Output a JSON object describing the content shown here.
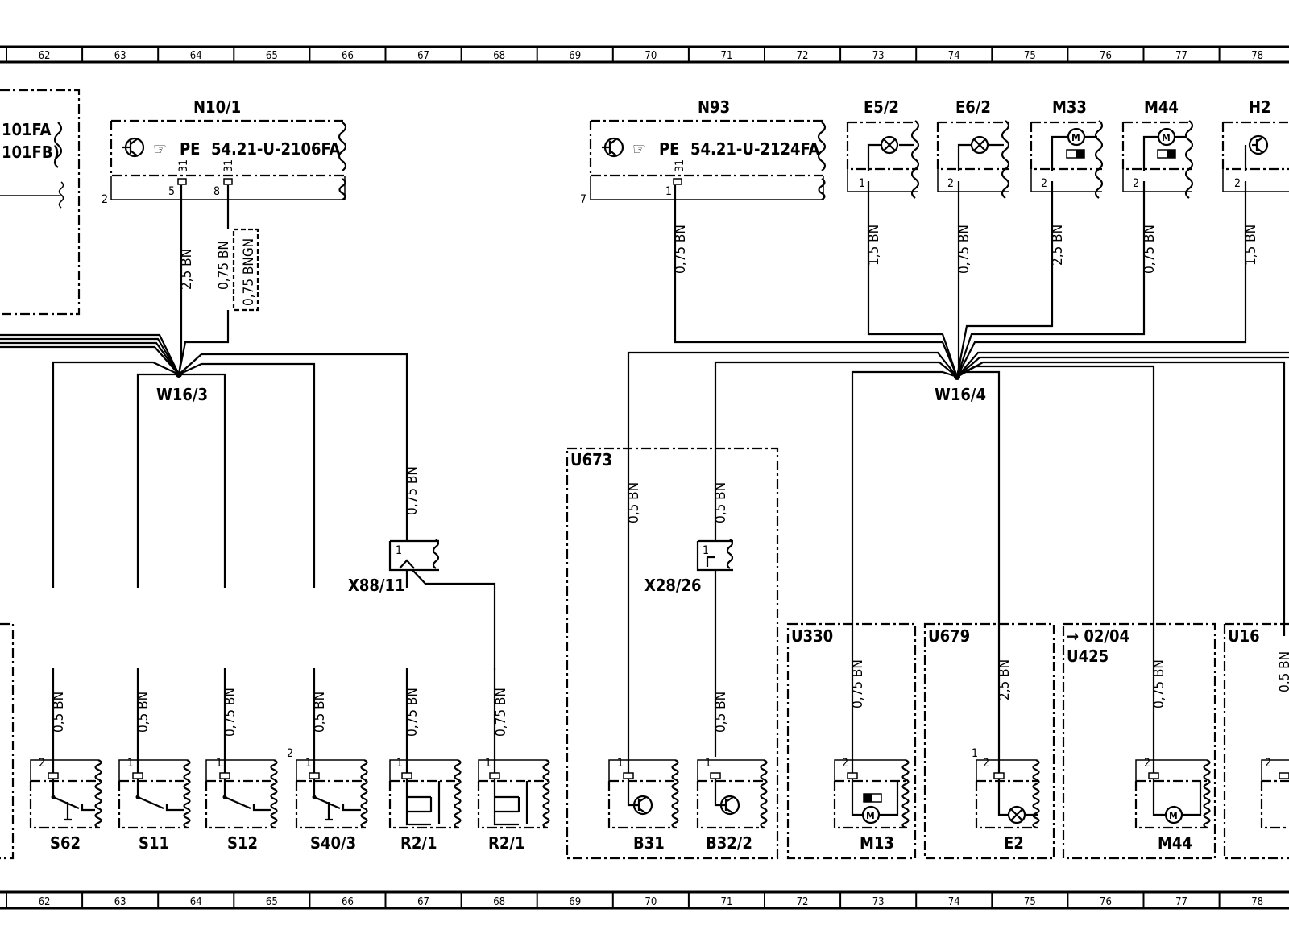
{
  "ruler": {
    "numbers": [
      "62",
      "63",
      "64",
      "65",
      "66",
      "67",
      "68",
      "69",
      "70",
      "71",
      "72",
      "73",
      "74",
      "75",
      "76",
      "77",
      "78"
    ]
  },
  "top_modules": [
    {
      "id": "N10/1",
      "ref": "54.21-U-2106FA",
      "prefix": "PE"
    },
    {
      "id": "N93",
      "ref": "54.21-U-2124FA",
      "prefix": "PE"
    }
  ],
  "partial_module": {
    "line1": "101FA",
    "line2": "101FB)"
  },
  "top_components": [
    "E5/2",
    "E6/2",
    "M33",
    "M44",
    "H2"
  ],
  "junctions": [
    "W16/3",
    "W16/4"
  ],
  "connectors": [
    "X88/11",
    "X28/26"
  ],
  "groups": [
    "U673",
    "U330",
    "U679",
    "U425",
    "U16"
  ],
  "group_ref": "→ 02/04",
  "bottom_components": [
    "S62",
    "S11",
    "S12",
    "S40/3",
    "R2/1",
    "R2/1",
    "B31",
    "B32/2",
    "M13",
    "E2",
    "M44"
  ],
  "pins": {
    "n10_a": "5",
    "n10_b": "8",
    "n10_31a": "31",
    "n10_31b": "31",
    "n10_side": "2",
    "n93_a": "1",
    "n93_31": "31",
    "n93_side": "7",
    "e52": "1",
    "e62": "2",
    "m33": "2",
    "m44": "2",
    "h2": "2",
    "s62": "2",
    "s11": "1",
    "s12": "1",
    "s403": "1",
    "s403_side": "2",
    "r21a": "1",
    "r21b": "1",
    "x8811": "1",
    "x2826": "1",
    "b31": "1",
    "b322": "1",
    "m13": "2",
    "e2": "2",
    "e2_side": "1",
    "m44b": "2",
    "u16": "2"
  },
  "wires": {
    "n10_a": "2,5  BN",
    "n10_b": "0,75  BN",
    "n10_b_alt": "0,75  BNGN",
    "n93": "0,75  BN",
    "e52": "1,5  BN",
    "e62": "0,75  BN",
    "m33": "2,5  BN",
    "m44": "0,75  BN",
    "h2": "1,5  BN",
    "x88_up": "0,75  BN",
    "b31_up": "0,5  BN",
    "x28_up": "0,5  BN",
    "s62": "0,5  BN",
    "s11": "0,5  BN",
    "s12": "0,75  BN",
    "s403": "0,5  BN",
    "r21a": "0,75  BN",
    "r21b": "0,75  BN",
    "b322": "0,5  BN",
    "u330": "0,75  BN",
    "u679": "2,5  BN",
    "u425": "0,75  BN",
    "u16": "0,5  BN"
  }
}
